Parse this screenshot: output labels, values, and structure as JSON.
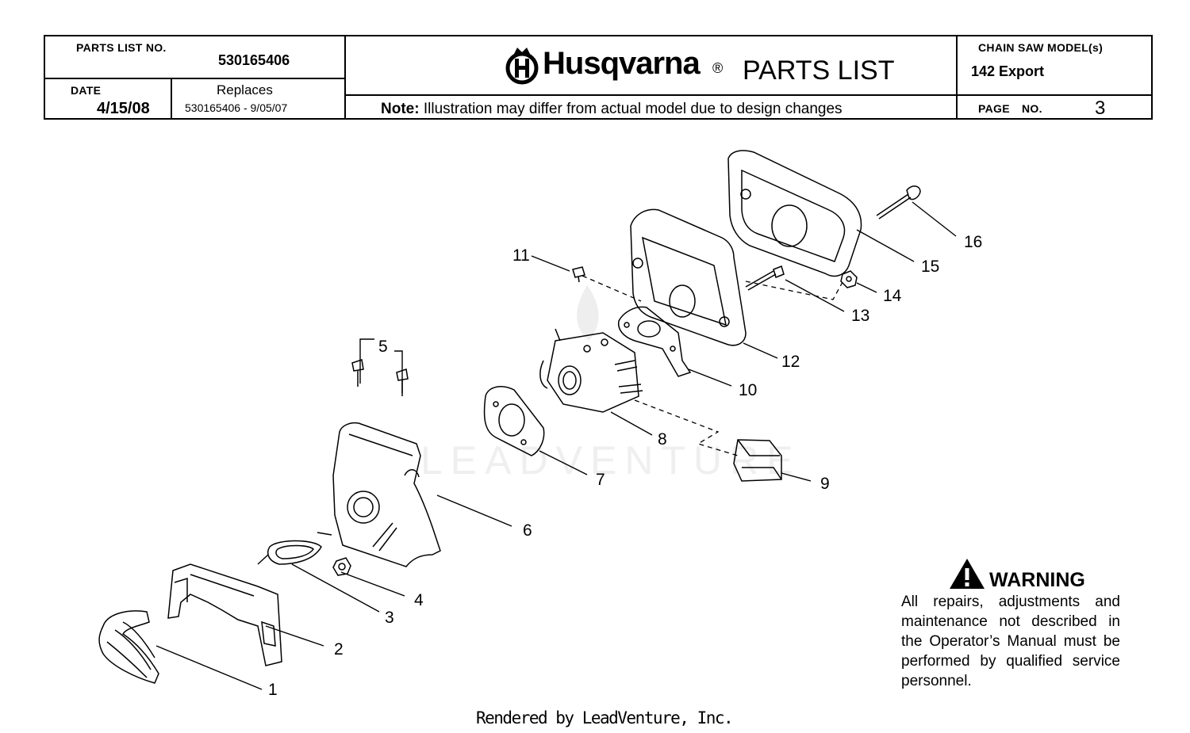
{
  "header": {
    "parts_list_no_label": "PARTS LIST NO.",
    "parts_list_no": "530165406",
    "date_label": "DATE",
    "date": "4/15/08",
    "replaces_label": "Replaces",
    "replaces": "530165406 - 9/05/07",
    "brand": "Husqvarna",
    "registered": "®",
    "title": "PARTS LIST",
    "note_bold": "Note:",
    "note_text": "Illustration may differ from actual model due to design changes",
    "model_label": "CHAIN SAW MODEL(s)",
    "model": "142 Export",
    "page_label": "PAGE",
    "page_no_label": "NO.",
    "page_no": "3"
  },
  "callouts": [
    "1",
    "2",
    "3",
    "4",
    "5",
    "6",
    "7",
    "8",
    "9",
    "10",
    "11",
    "12",
    "13",
    "14",
    "15",
    "16"
  ],
  "warning": {
    "title": "WARNING",
    "body": "All repairs, adjustments and maintenance not described in the Operator’s Manual must be performed by qualified service personnel."
  },
  "footer": "Rendered by LeadVenture, Inc.",
  "colors": {
    "ink": "#000000",
    "background": "#ffffff"
  }
}
